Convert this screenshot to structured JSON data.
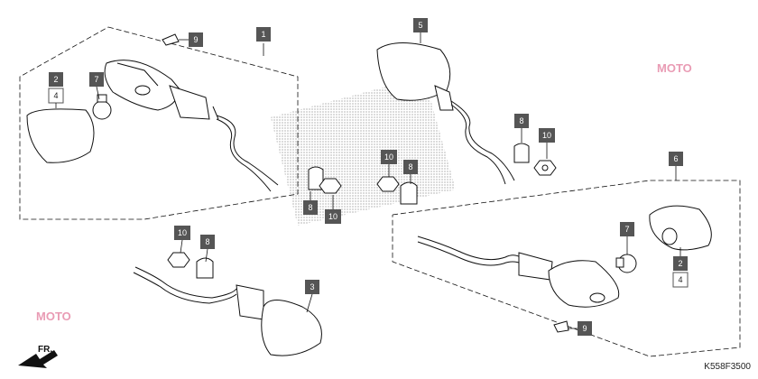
{
  "diagram_code": "K558F3500",
  "direction_label": "FR.",
  "watermark_text": "MOTO",
  "callouts": {
    "c1": "1",
    "c2a": "2",
    "c4a": "4",
    "c7a": "7",
    "c9a": "9",
    "c5": "5",
    "c8a": "8",
    "c10a": "10",
    "c8b": "8",
    "c10b": "10",
    "c10c": "10",
    "c8c": "8",
    "c6": "6",
    "c7b": "7",
    "c2b": "2",
    "c4b": "4",
    "c9b": "9",
    "c10d": "10",
    "c8d": "8",
    "c3": "3"
  },
  "colors": {
    "callout_fill": "#555555",
    "line": "#111111",
    "watermark": "#d84b78"
  }
}
